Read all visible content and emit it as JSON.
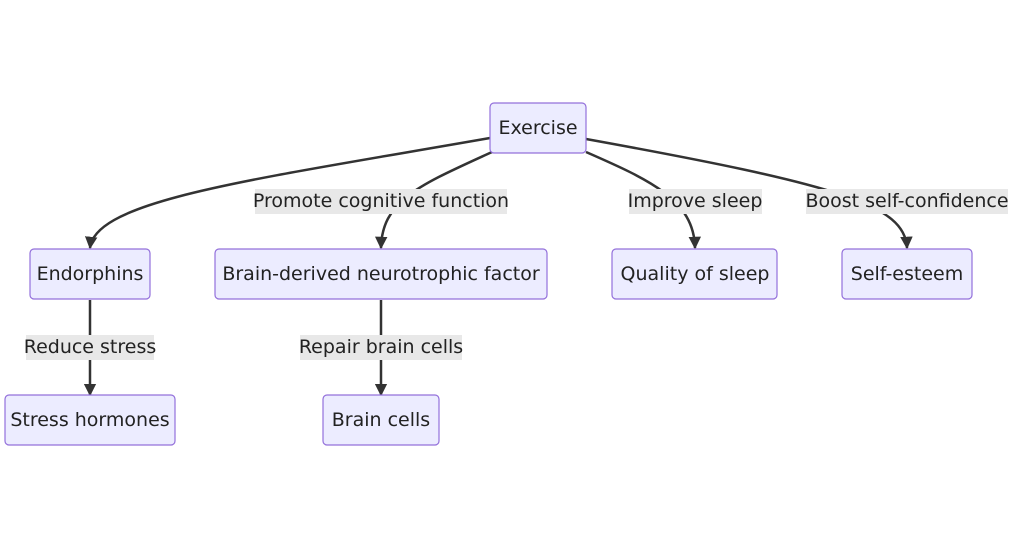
{
  "nodes": {
    "exercise": "Exercise",
    "endorphins": "Endorphins",
    "bdnf": "Brain-derived neurotrophic factor",
    "sleep_quality": "Quality of sleep",
    "self_esteem": "Self-esteem",
    "stress_hormones": "Stress hormones",
    "brain_cells": "Brain cells"
  },
  "edges": {
    "exercise_to_bdnf": "Promote cognitive function",
    "exercise_to_sleep": "Improve sleep",
    "exercise_to_self_esteem": "Boost self-confidence",
    "endorphins_to_stress": "Reduce stress",
    "bdnf_to_brain_cells": "Repair brain cells"
  },
  "colors": {
    "node_fill": "#ececff",
    "node_stroke": "#9370db",
    "edge_stroke": "#333333",
    "label_background": "#e8e8e8"
  }
}
